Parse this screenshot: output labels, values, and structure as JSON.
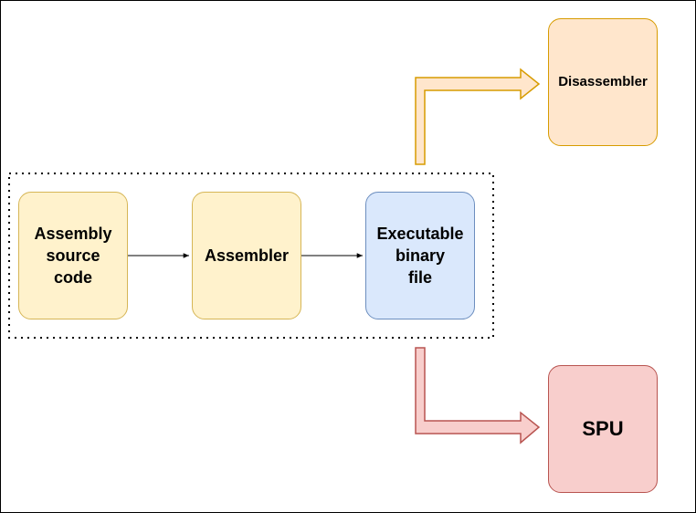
{
  "nodes": {
    "assembly_source": "Assembly\nsource\ncode",
    "assembler": "Assembler",
    "executable": "Executable\nbinary\nfile",
    "disassembler": "Disassembler",
    "spu": "SPU"
  },
  "colors": {
    "yellow_fill": "#fff2cc",
    "yellow_stroke": "#d6b656",
    "blue_fill": "#dae8fc",
    "blue_stroke": "#6c8ebf",
    "orange_fill": "#ffe6cc",
    "orange_stroke": "#d79b00",
    "red_fill": "#f8cecc",
    "red_stroke": "#b85450"
  }
}
